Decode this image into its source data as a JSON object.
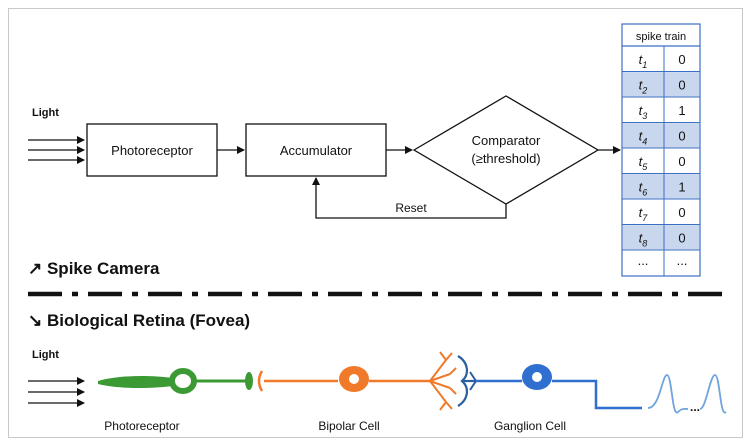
{
  "spike_camera": {
    "light_label": "Light",
    "photoreceptor_label": "Photoreceptor",
    "accumulator_label": "Accumulator",
    "comparator_label_1": "Comparator",
    "comparator_label_2": "(≥threshold)",
    "reset_label": "Reset",
    "section_title": "↗ Spike Camera"
  },
  "spike_train": {
    "header": "spike train",
    "rows": [
      {
        "t": "t",
        "sub": "1",
        "value": "0",
        "shaded": false
      },
      {
        "t": "t",
        "sub": "2",
        "value": "0",
        "shaded": true
      },
      {
        "t": "t",
        "sub": "3",
        "value": "1",
        "shaded": false
      },
      {
        "t": "t",
        "sub": "4",
        "value": "0",
        "shaded": true
      },
      {
        "t": "t",
        "sub": "5",
        "value": "0",
        "shaded": false
      },
      {
        "t": "t",
        "sub": "6",
        "value": "1",
        "shaded": true
      },
      {
        "t": "t",
        "sub": "7",
        "value": "0",
        "shaded": false
      },
      {
        "t": "t",
        "sub": "8",
        "value": "0",
        "shaded": true
      }
    ],
    "ellipsis": "..."
  },
  "retina": {
    "section_title": "↘ Biological Retina (Fovea)",
    "light_label": "Light",
    "photoreceptor_label": "Photoreceptor",
    "bipolar_label": "Bipolar Cell",
    "ganglion_label": "Ganglion Cell",
    "dots": "..."
  },
  "colors": {
    "table_border": "#3b6fc4",
    "table_shade": "#c9d7ee",
    "photoreceptor_cell": "#3c9a35",
    "bipolar_cell": "#f07a2a",
    "ganglion_cell": "#2f6fd0",
    "dendrite": "#2b5f9e",
    "wave": "#6fa5dc"
  }
}
